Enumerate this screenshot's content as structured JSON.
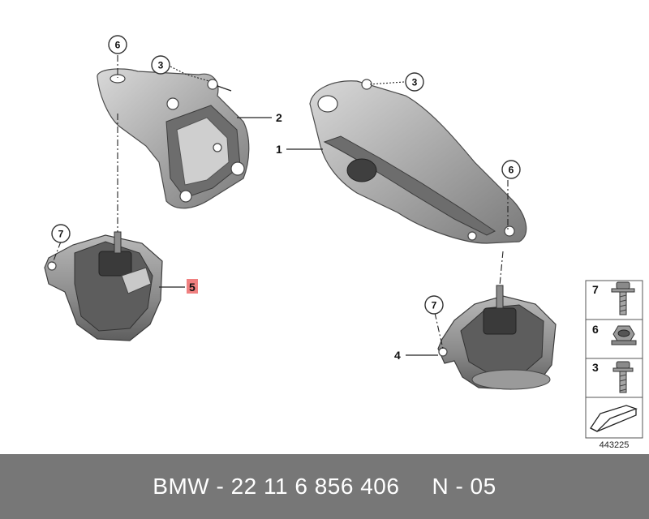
{
  "diagram": {
    "callouts": {
      "c6_top": "6",
      "c3_top": "3",
      "c7_left": "7",
      "c3_right": "3",
      "c6_right": "6",
      "c7_bottom": "7"
    },
    "refs": {
      "r2": "2",
      "r1": "1",
      "r5": "5",
      "r4": "4"
    },
    "highlight_color": "#f08080",
    "legend": {
      "items": [
        {
          "number": "7",
          "icon": "bolt-icon"
        },
        {
          "number": "6",
          "icon": "hex-nut-icon"
        },
        {
          "number": "3",
          "icon": "screw-icon"
        },
        {
          "number": "",
          "icon": "arrow-symbol-icon"
        }
      ],
      "image_number": "443225"
    }
  },
  "footer": {
    "part_code": "BMW - 22 11 6 856 406",
    "note": "N - 05"
  }
}
